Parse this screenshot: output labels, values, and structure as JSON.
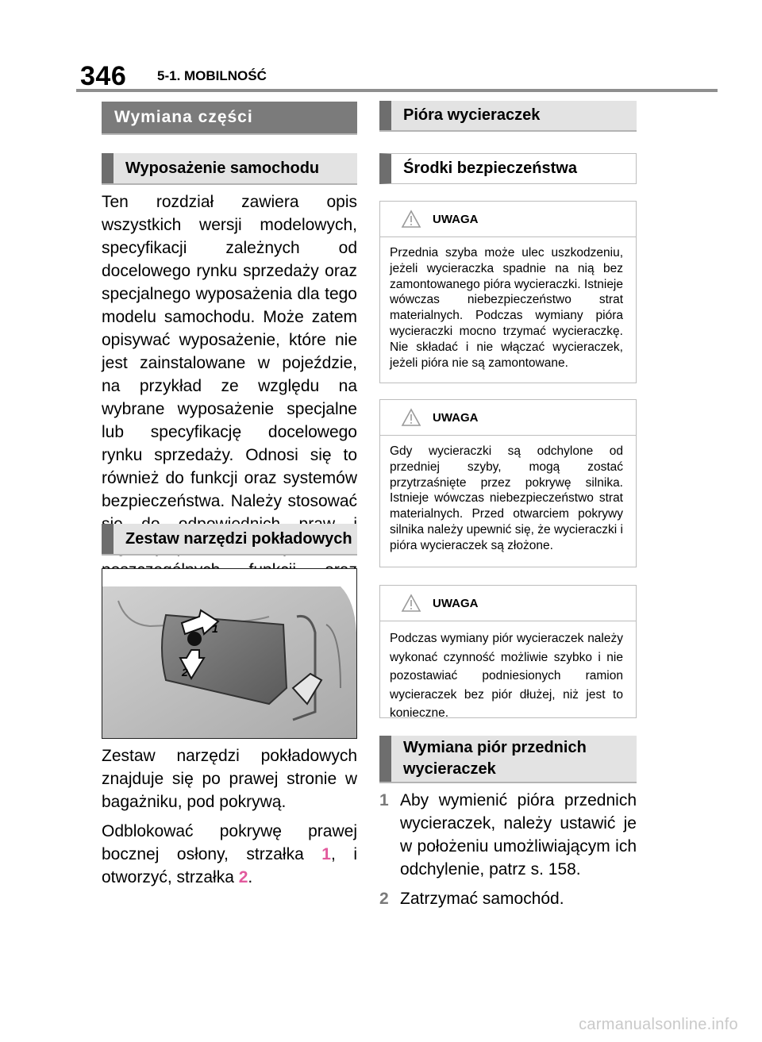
{
  "header": {
    "page_number": "346",
    "section": "5-1. MOBILNOŚĆ"
  },
  "left": {
    "main_heading": "Wymiana części",
    "sub_heading_1": "Wyposażenie samochodu",
    "intro_paragraph": "Ten rozdział zawiera opis wszystkich wersji modelowych, specyfikacji zależnych od docelowego rynku sprzedaży oraz specjalnego wyposażenia dla tego modelu samochodu. Może zatem opisywać wyposażenie, które nie jest zainstalowane w pojeździe, na przykład ze względu na wybrane wyposażenie specjalne lub specyfikację docelowego rynku sprzedaży. Odnosi się to również do funkcji oraz systemów bezpieczeństwa. Należy stosować się do odpowiednich praw i regulacji podczas korzystania z poszczególnych funkcji oraz systemów.",
    "sub_heading_2": "Zestaw narzędzi pokładowych",
    "image": {
      "arrow_label_1": "1",
      "arrow_label_2": "2"
    },
    "tool_kit_paragraph": "Zestaw narzędzi pokładowych znajduje się po prawej stronie w bagażniku, pod pokrywą.",
    "unlock_text_a": "Odblokować pokrywę prawej bocznej osłony, strzałka ",
    "unlock_num_1": "1",
    "unlock_text_b": ", i otworzyć, strzałka ",
    "unlock_num_2": "2",
    "unlock_text_c": "."
  },
  "right": {
    "main_heading": "Pióra wycieraczek",
    "sub_heading_safety": "Środki bezpieczeństwa",
    "warnings": [
      {
        "label": "UWAGA",
        "text": "Przednia szyba może ulec uszkodzeniu, jeżeli wycieraczka spadnie na nią bez zamontowanego pióra wycieraczki. Istnieje wówczas niebezpieczeństwo strat materialnych. Podczas wymiany pióra wycieraczki mocno trzymać wycieraczkę. Nie składać i nie włączać wycieraczek, jeżeli pióra nie są zamontowane."
      },
      {
        "label": "UWAGA",
        "text": "Gdy wycieraczki są odchylone od przedniej szyby, mogą zostać przytrzaśnięte przez pokrywę silnika. Istnieje wówczas niebezpieczeństwo strat materialnych. Przed otwarciem pokrywy silnika należy upewnić się, że wycieraczki i pióra wycieraczek są złożone."
      },
      {
        "label": "UWAGA",
        "text": "Podczas wymiany piór wycieraczek należy wykonać czynność możliwie szybko i nie pozostawiać podniesionych ramion wycieraczek bez piór dłużej, niż jest to konieczne."
      }
    ],
    "sub_heading_front": "Wymiana piór przednich wycieraczek",
    "steps": [
      {
        "num": "1",
        "text": "Aby wymienić pióra przednich wycieraczek, należy ustawić je w położeniu umożliwiającym ich odchylenie, patrz s. 158."
      },
      {
        "num": "2",
        "text": "Zatrzymać samochód."
      }
    ]
  },
  "footer": {
    "watermark": "carmanualsonline.info"
  },
  "colors": {
    "accent_pink": "#e25a9d",
    "heading_dark": "#7b7b7b",
    "heading_light": "#e3e3e3",
    "heading_bar": "#6e6e6e"
  },
  "icons": {
    "warning": "warning-triangle-icon"
  }
}
